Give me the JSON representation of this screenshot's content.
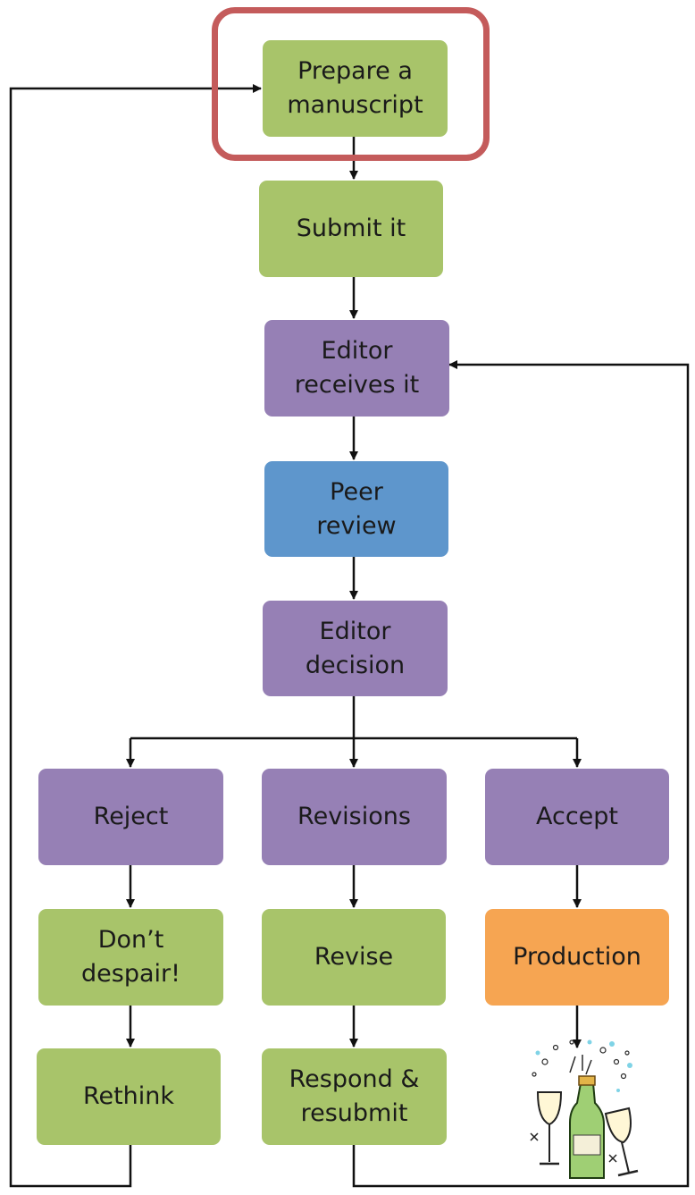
{
  "steps": {
    "prepare": "Prepare a\nmanuscript",
    "submit": "Submit it",
    "editor_receives": "Editor\nreceives it",
    "peer_review": "Peer\nreview",
    "editor_decision": "Editor\ndecision",
    "reject": "Reject",
    "revisions": "Revisions",
    "accept": "Accept",
    "dont_despair": "Don’t\ndespair!",
    "revise": "Revise",
    "production": "Production",
    "rethink": "Rethink",
    "respond_resubmit": "Respond &\nresubmit"
  },
  "colors": {
    "author_step": "#a8c46a",
    "editor_step": "#9680b5",
    "review_step": "#5e96cc",
    "production_step": "#f6a552",
    "highlight": "#c45b5b"
  },
  "icons": {
    "celebration": "champagne-celebration-icon"
  }
}
